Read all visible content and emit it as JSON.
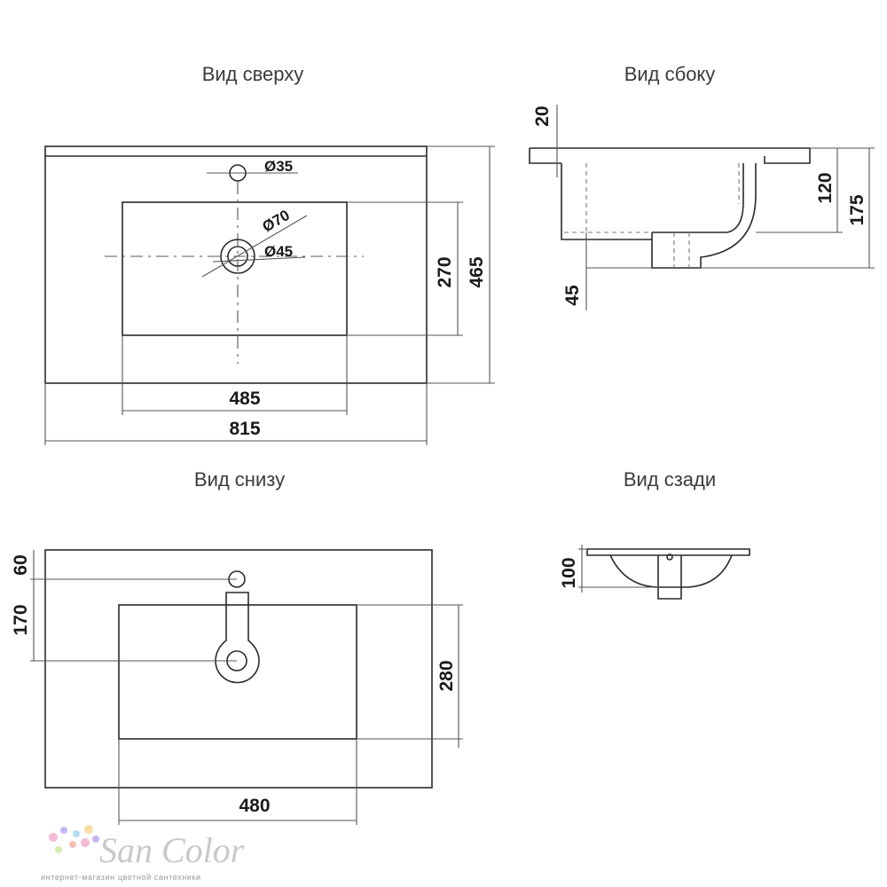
{
  "views": {
    "top": {
      "title": "Вид сверху",
      "d_tap": "Ø35",
      "d_outer": "Ø70",
      "d_drain": "Ø45",
      "h_bowl": "270",
      "h_total": "465",
      "w_bowl": "485",
      "w_total": "815"
    },
    "side": {
      "title": "Вид сбоку",
      "h_rim": "20",
      "h_bowl": "120",
      "h_total": "175",
      "h_drain": "45"
    },
    "bottom": {
      "title": "Вид снизу",
      "d_tap": "60",
      "d_drain": "170",
      "h_bowl": "280",
      "w_bowl": "480"
    },
    "back": {
      "title": "Вид сзади",
      "h_depth": "100"
    }
  },
  "logo": {
    "name": "San Color",
    "tagline": "интернет-магазин цветной сантехники",
    "dot_colors": [
      "#f4a6c9",
      "#b9a6f2",
      "#9fd6f0",
      "#f7d38a",
      "#c8e69a",
      "#f3b1a0"
    ]
  }
}
